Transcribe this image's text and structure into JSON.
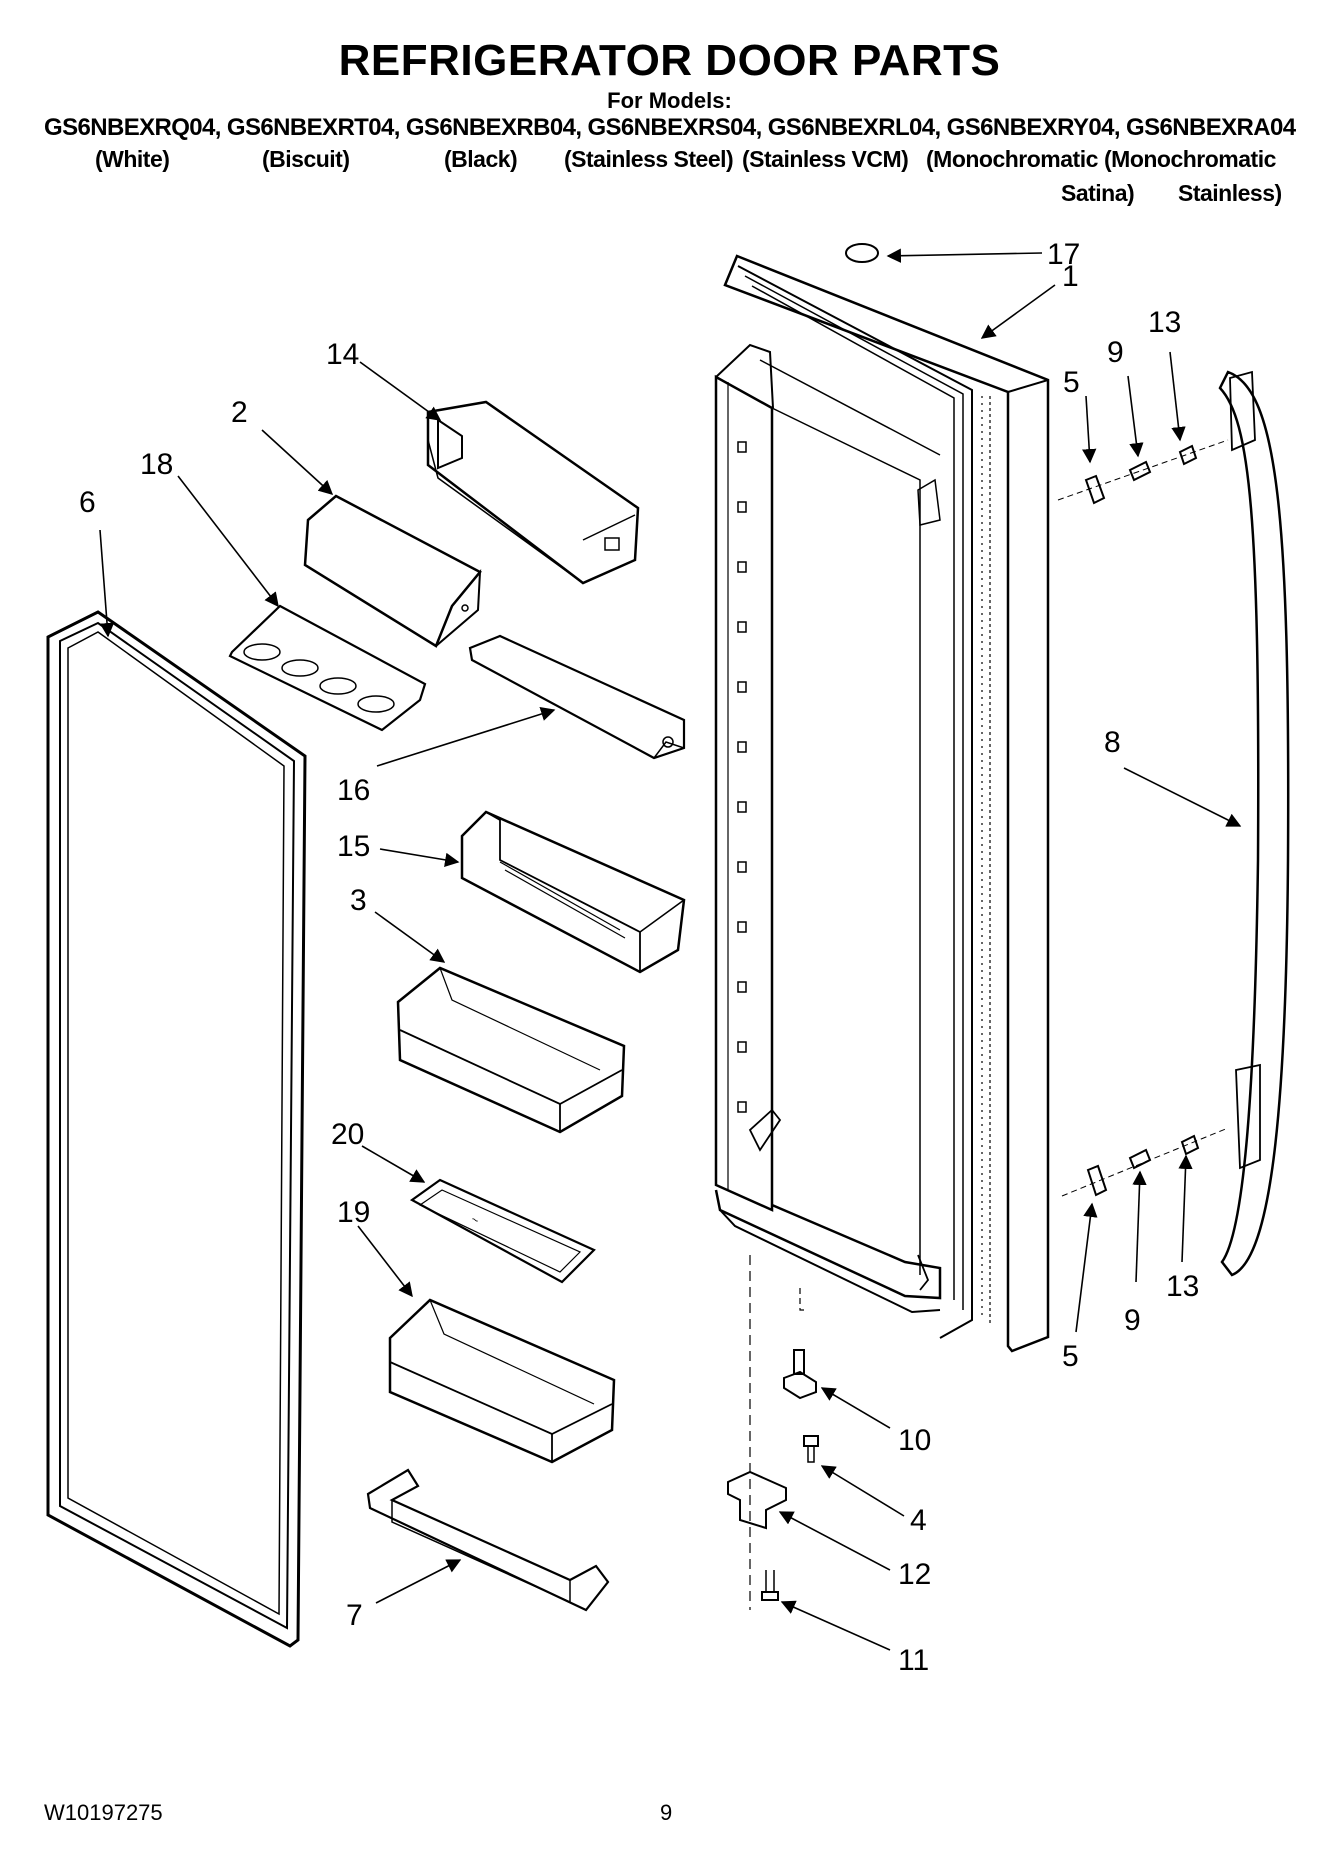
{
  "header": {
    "title": "REFRIGERATOR DOOR PARTS",
    "for_models": "For Models:",
    "models_line": "GS6NBEXRQ04, GS6NBEXRT04, GS6NBEXRB04, GS6NBEXRS04, GS6NBEXRL04, GS6NBEXRY04, GS6NBEXRA04",
    "colors": [
      "(White)",
      "(Biscuit)",
      "(Black)",
      "(Stainless Steel)",
      "(Stainless VCM)",
      "(Monochromatic",
      "(Monochromatic"
    ],
    "colors_line2": [
      "Satina)",
      "Stainless)"
    ]
  },
  "callouts": [
    "17",
    "1",
    "13",
    "14",
    "5",
    "9",
    "2",
    "18",
    "6",
    "16",
    "8",
    "15",
    "3",
    "20",
    "19",
    "5",
    "9",
    "13",
    "10",
    "4",
    "12",
    "7",
    "11"
  ],
  "footer": {
    "doc_number": "W10197275",
    "page_number": "9"
  },
  "colors": {
    "ink": "#000000",
    "paper": "#ffffff",
    "shade": "#bdbdbd"
  }
}
